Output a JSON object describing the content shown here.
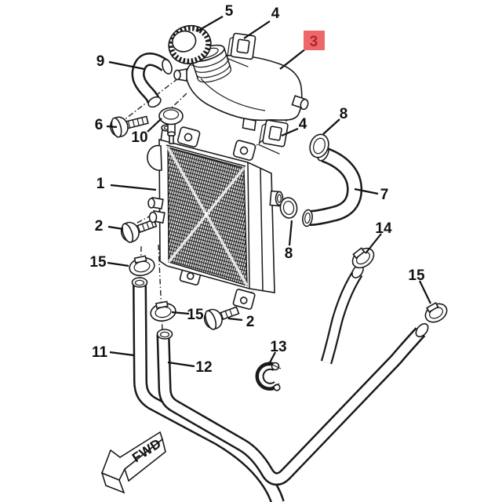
{
  "diagram": {
    "background_color": "#ffffff",
    "line_color": "#1a1a1a",
    "highlight_color": "#ec6868",
    "highlight_text_color": "#b5222a",
    "fwd_label": "FWD",
    "callouts": [
      {
        "label": "5",
        "highlighted": false
      },
      {
        "label": "4",
        "highlighted": false
      },
      {
        "label": "3",
        "highlighted": true
      },
      {
        "label": "9",
        "highlighted": false
      },
      {
        "label": "6",
        "highlighted": false
      },
      {
        "label": "10",
        "highlighted": false
      },
      {
        "label": "4",
        "highlighted": false
      },
      {
        "label": "8",
        "highlighted": false
      },
      {
        "label": "1",
        "highlighted": false
      },
      {
        "label": "7",
        "highlighted": false
      },
      {
        "label": "2",
        "highlighted": false
      },
      {
        "label": "8",
        "highlighted": false
      },
      {
        "label": "14",
        "highlighted": false
      },
      {
        "label": "15",
        "highlighted": false
      },
      {
        "label": "15",
        "highlighted": false
      },
      {
        "label": "2",
        "highlighted": false
      },
      {
        "label": "15",
        "highlighted": false
      },
      {
        "label": "11",
        "highlighted": false
      },
      {
        "label": "12",
        "highlighted": false
      },
      {
        "label": "13",
        "highlighted": false
      }
    ]
  }
}
